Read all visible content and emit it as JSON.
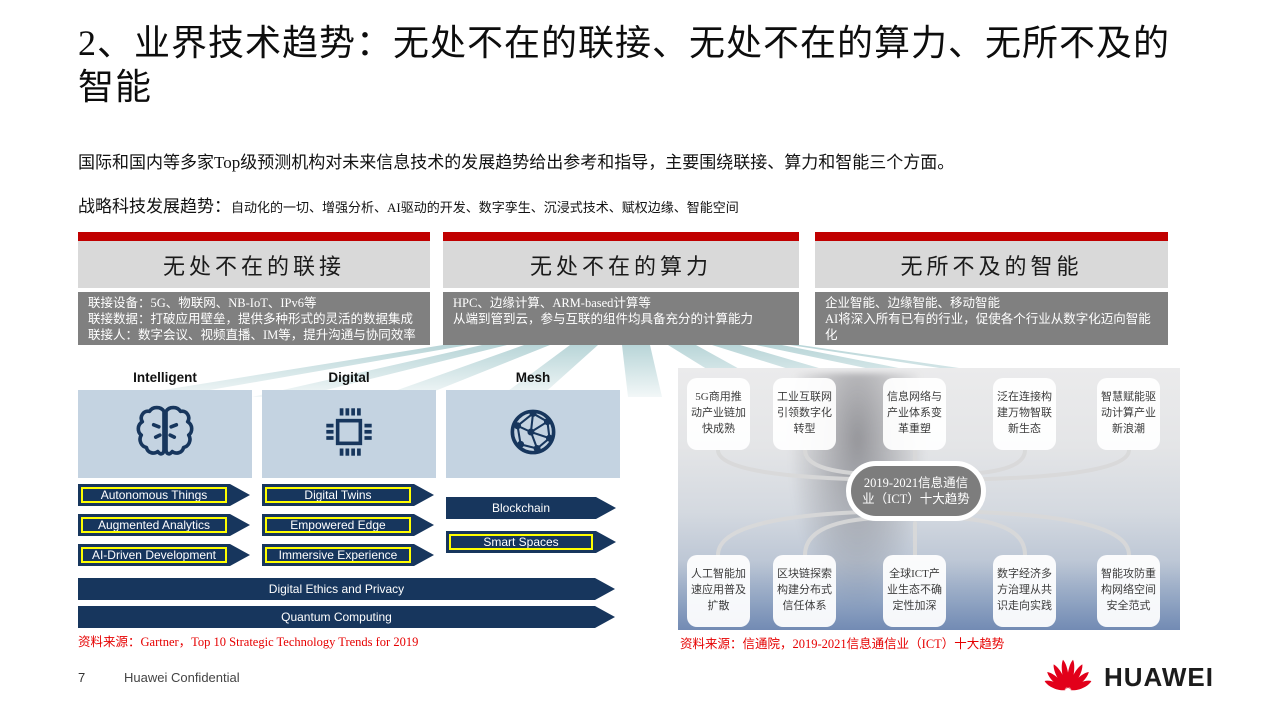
{
  "slide": {
    "title": "2、业界技术趋势：无处不在的联接、无处不在的算力、无所不及的智能",
    "intro": "国际和国内等多家Top级预测机构对未来信息技术的发展趋势给出参考和指导，主要围绕联接、算力和智能三个方面。",
    "trend_label": "战略科技发展趋势：",
    "trend_items": "自动化的一切、增强分析、AI驱动的开发、数字孪生、沉浸式技术、赋权边缘、智能空间"
  },
  "pillars": [
    {
      "title": "无处不在的联接",
      "lines": [
        "联接设备：5G、物联网、NB-IoT、IPv6等",
        "联接数据：打破应用壁垒，提供多种形式的灵活的数据集成",
        "联接人：数字会议、视频直播、IM等，提升沟通与协同效率"
      ]
    },
    {
      "title": "无处不在的算力",
      "lines": [
        "HPC、边缘计算、ARM-based计算等",
        "从端到管到云，参与互联的组件均具备充分的计算能力"
      ]
    },
    {
      "title": "无所不及的智能",
      "lines": [
        "企业智能、边缘智能、移动智能",
        "AI将深入所有已有的行业，促使各个行业从数字化迈向智能化"
      ]
    }
  ],
  "gartner": {
    "columns": [
      {
        "header": "Intelligent",
        "icon": "brain-icon",
        "arrows": [
          {
            "label": "Autonomous Things",
            "highlighted": true
          },
          {
            "label": "Augmented Analytics",
            "highlighted": true
          },
          {
            "label": "AI-Driven Development",
            "highlighted": true
          }
        ]
      },
      {
        "header": "Digital",
        "icon": "chip-icon",
        "arrows": [
          {
            "label": "Digital Twins",
            "highlighted": true
          },
          {
            "label": "Empowered Edge",
            "highlighted": true
          },
          {
            "label": "Immersive Experience",
            "highlighted": true
          }
        ]
      },
      {
        "header": "Mesh",
        "icon": "mesh-icon",
        "arrows": [
          {
            "label": "Blockchain",
            "highlighted": false
          },
          {
            "label": "Smart Spaces",
            "highlighted": true
          }
        ]
      }
    ],
    "wide_arrows": [
      {
        "label": "Digital Ethics and Privacy",
        "highlighted": false
      },
      {
        "label": "Quantum Computing",
        "highlighted": false
      }
    ],
    "source": "资料来源：Gartner，Top 10 Strategic Technology Trends for 2019"
  },
  "ict": {
    "center": "2019-2021信息通信业（ICT）十大趋势",
    "top_boxes": [
      "5G商用推动产业链加快成熟",
      "工业互联网引领数字化转型",
      "信息网络与产业体系变革重塑",
      "泛在连接构建万物智联新生态",
      "智慧赋能驱动计算产业新浪潮"
    ],
    "bottom_boxes": [
      "人工智能加速应用普及扩散",
      "区块链探索构建分布式信任体系",
      "全球ICT产业生态不确定性加深",
      "数字经济多方治理从共识走向实践",
      "智能攻防重构网络空间安全范式"
    ],
    "source": "资料来源：信通院，2019-2021信息通信业（ICT）十大趋势"
  },
  "footer": {
    "page": "7",
    "confidential": "Huawei Confidential",
    "brand": "HUAWEI"
  },
  "colors": {
    "accent_red": "#C00000",
    "navy": "#17365D",
    "panel_gray": "#808080",
    "header_gray": "#D9D9D9",
    "icon_box_blue": "#C4D3E1",
    "highlight_yellow": "#FFFF00",
    "source_red": "#E60000",
    "huawei_red": "#E2001A"
  }
}
